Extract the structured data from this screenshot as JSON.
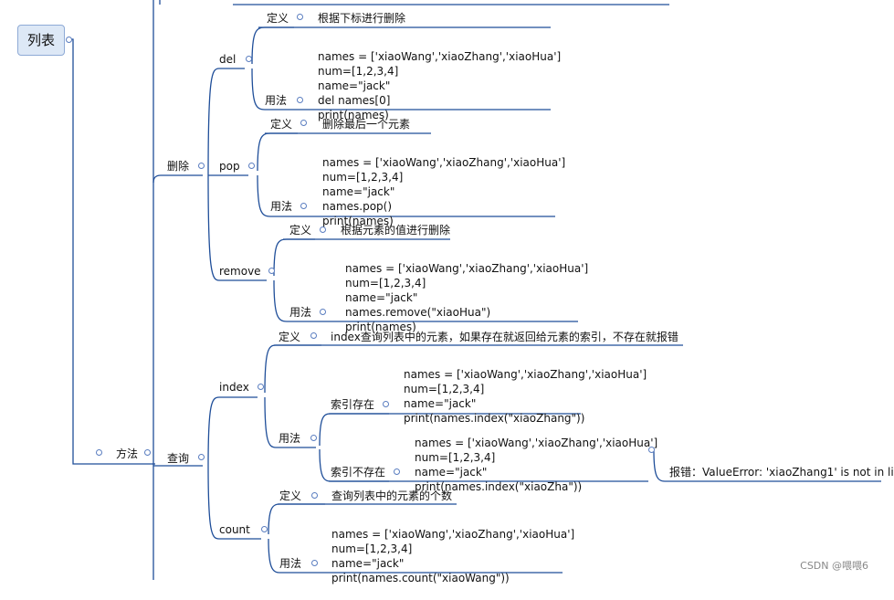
{
  "root": {
    "label": "列表"
  },
  "methods_label": "方法",
  "delete_section": {
    "label": "删除",
    "del": {
      "label": "del",
      "def_label": "定义",
      "def_text": "根据下标进行删除",
      "usage_label": "用法",
      "code": [
        "names = ['xiaoWang','xiaoZhang','xiaoHua']",
        "num=[1,2,3,4]",
        "name=\"jack\"",
        "del names[0]",
        "print(names)"
      ]
    },
    "pop": {
      "label": "pop",
      "def_label": "定义",
      "def_text": "删除最后一个元素",
      "usage_label": "用法",
      "code": [
        "names = ['xiaoWang','xiaoZhang','xiaoHua']",
        "num=[1,2,3,4]",
        "name=\"jack\"",
        "names.pop()",
        "print(names)"
      ]
    },
    "remove": {
      "label": "remove",
      "def_label": "定义",
      "def_text": "根据元素的值进行删除",
      "usage_label": "用法",
      "code": [
        "names = ['xiaoWang','xiaoZhang','xiaoHua']",
        "num=[1,2,3,4]",
        "name=\"jack\"",
        "names.remove(\"xiaoHua\")",
        "print(names)"
      ]
    }
  },
  "query_section": {
    "label": "查询",
    "index": {
      "label": "index",
      "def_label": "定义",
      "def_text": "index查询列表中的元素，如果存在就返回给元素的索引，不存在就报错",
      "usage_label": "用法",
      "exists": {
        "label": "索引存在",
        "code": [
          "names = ['xiaoWang','xiaoZhang','xiaoHua']",
          "num=[1,2,3,4]",
          "name=\"jack\"",
          "print(names.index(\"xiaoZhang\"))"
        ]
      },
      "not_exists": {
        "label": "索引不存在",
        "code": [
          "names = ['xiaoWang','xiaoZhang','xiaoHua']",
          "num=[1,2,3,4]",
          "name=\"jack\"",
          "print(names.index(\"xiaoZha\"))"
        ],
        "error": "报错：ValueError: 'xiaoZhang1' is not in li"
      }
    },
    "count": {
      "label": "count",
      "def_label": "定义",
      "def_text": "查询列表中的元素的个数",
      "usage_label": "用法",
      "code": [
        "names = ['xiaoWang','xiaoZhang','xiaoHua']",
        "num=[1,2,3,4]",
        "name=\"jack\"",
        "print(names.count(\"xiaoWang\"))"
      ]
    }
  },
  "watermark": "CSDN @喂喂6",
  "colors": {
    "line": "#1f4e99",
    "node_dot": "#5a7dc0",
    "root_fill": "#dde8f6"
  }
}
